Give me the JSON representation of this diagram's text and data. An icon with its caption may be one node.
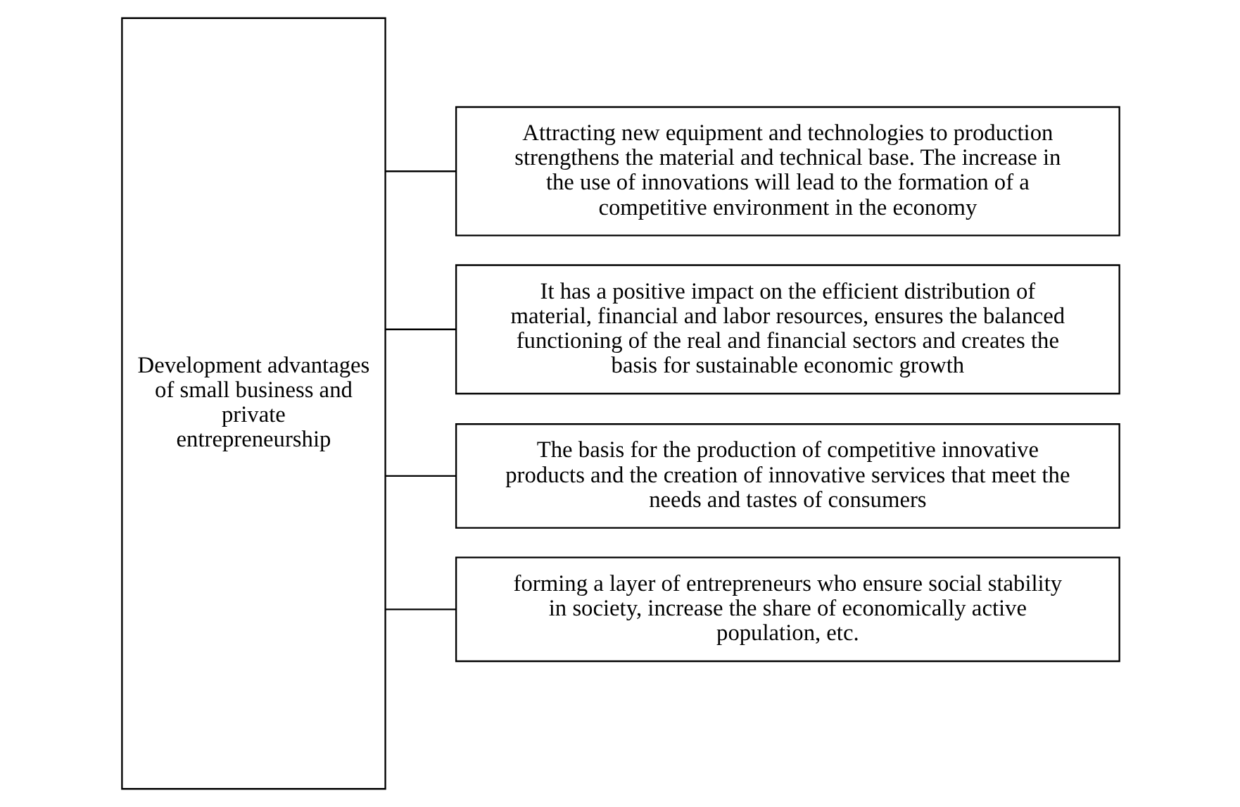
{
  "diagram": {
    "nodes": [
      {
        "text": [
          "Development advantages of small business and private entrepreneurship"
        ]
      },
      {
        "text": [
          "Attracting new equipment and technologies to production strengthens the material and technical base. The increase in the use of innovations will lead to the formation of a competitive environment in the economy"
        ]
      },
      {
        "text": [
          "It has a positive impact on the efficient distribution of material, financial and labor resources, ensures the balanced functioning of the real and financial sectors and creates the basis for sustainable economic growth"
        ]
      },
      {
        "text": [
          "The basis for the production of competitive innovative products and the creation of innovative services that meet the needs and tastes of consumers"
        ]
      },
      {
        "text": [
          "forming a layer of entrepreneurs who ensure social stability in society, increase the share of economically active population, etc."
        ]
      }
    ],
    "edges": [
      {
        "from": 0,
        "to": 1,
        "arrow": "none"
      },
      {
        "from": 0,
        "to": 2,
        "arrow": "none"
      },
      {
        "from": 0,
        "to": 3,
        "arrow": "none"
      },
      {
        "from": 0,
        "to": 4,
        "arrow": "none"
      }
    ]
  }
}
